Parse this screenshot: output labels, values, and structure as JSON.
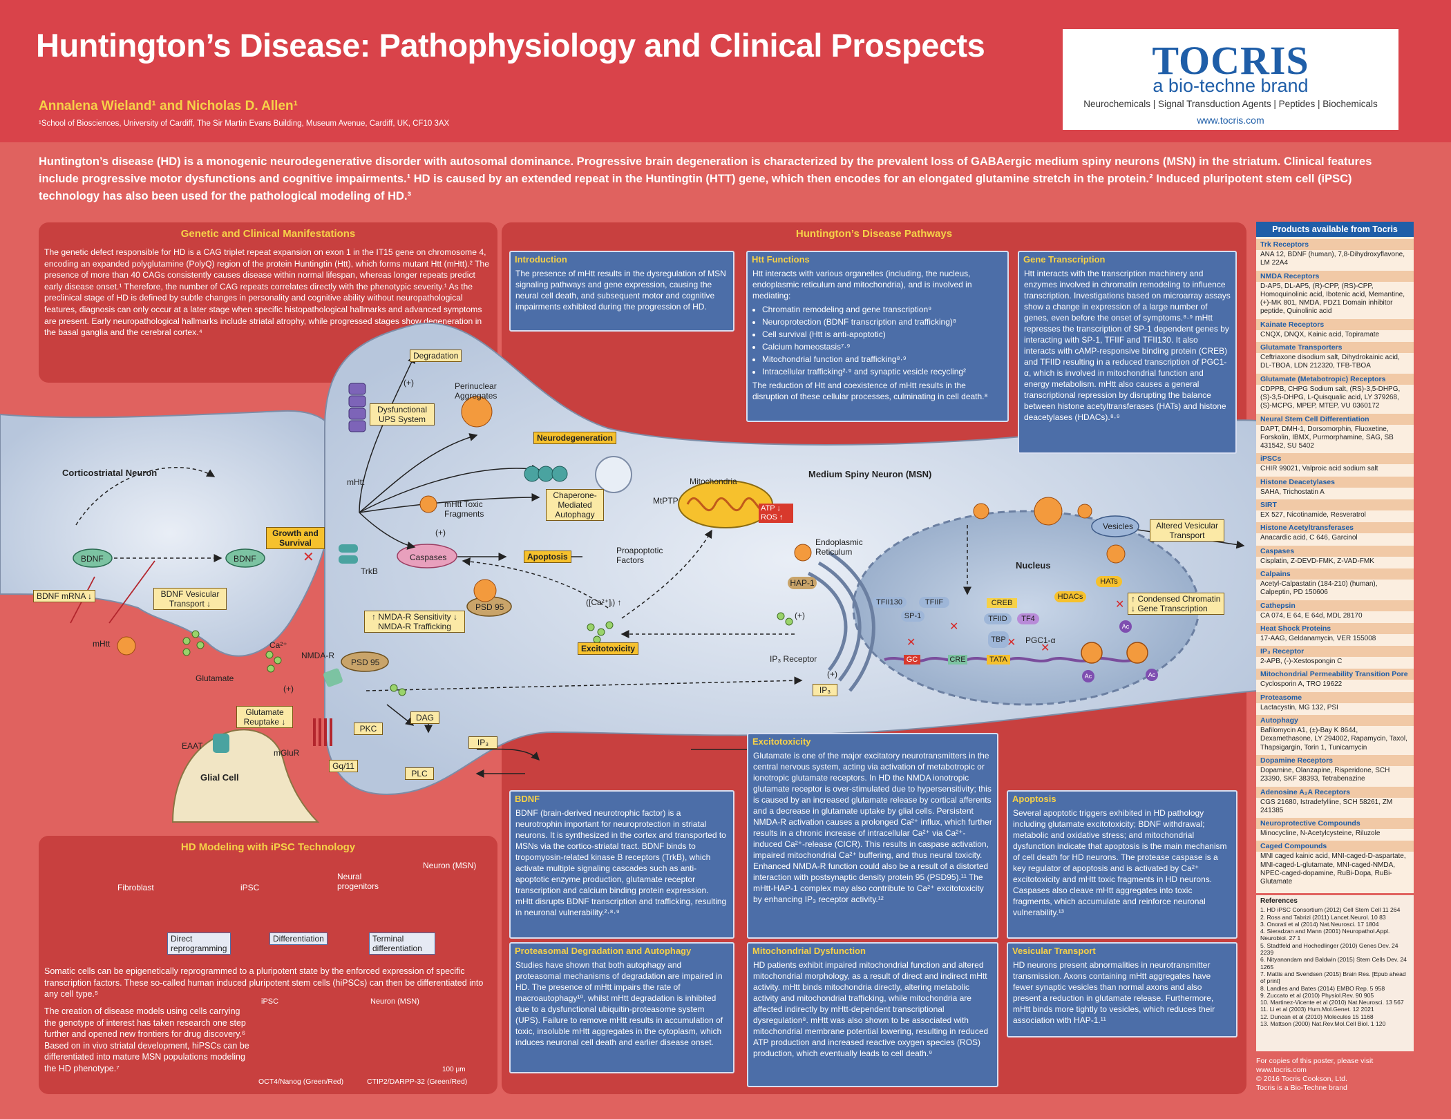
{
  "header": {
    "title": "Huntington’s Disease: Pathophysiology and Clinical Prospects",
    "authors": "Annalena Wieland¹ and Nicholas D. Allen¹",
    "affiliation": "¹School of Biosciences, University of Cardiff, The Sir Martin Evans Building, Museum Avenue, Cardiff, UK, CF10 3AX"
  },
  "logo": {
    "brand": "TOCRIS",
    "sub": "a bio-techne brand",
    "tagline": "Neurochemicals | Signal Transduction Agents | Peptides | Biochemicals",
    "url": "www.tocris.com"
  },
  "intro": "Huntington’s disease (HD) is a monogenic neurodegenerative disorder with autosomal dominance. Progressive brain degeneration is characterized by the prevalent loss of GABAergic medium spiny neurons (MSN) in the striatum. Clinical features include progressive motor dysfunctions and cognitive impairments.¹ HD is caused by an extended repeat in the Huntingtin (HTT) gene, which then encodes for an elongated glutamine stretch in the protein.² Induced pluripotent stem cell (iPSC) technology has also been used for the pathological modeling of HD.³",
  "genetic": {
    "title": "Genetic and Clinical Manifestations",
    "text": "The genetic defect responsible for HD is a CAG triplet repeat expansion on exon 1 in the IT15 gene on chromosome 4, encoding an expanded polyglutamine (PolyQ) region of the protein Huntingtin (Htt), which forms mutant Htt (mHtt).² The presence of more than 40 CAGs consistently causes disease within normal lifespan, whereas longer repeats predict early disease onset.¹ Therefore, the number of CAG repeats correlates directly with the phenotypic severity.¹ As the preclinical stage of HD is defined by subtle changes in personality and cognitive ability without neuropathological features, diagnosis can only occur at a later stage when specific histopathological hallmarks and advanced symptoms are present. Early neuropathological hallmarks include striatal atrophy, while progressed stages show degeneration in the basal ganglia and the cerebral cortex.⁴"
  },
  "pathways": {
    "title": "Huntington’s Disease Pathways"
  },
  "boxes": {
    "introduction": {
      "title": "Introduction",
      "text": "The presence of mHtt results in the dysregulation of MSN signaling pathways and gene expression, causing the neural cell death, and subsequent motor and cognitive impairments exhibited during the progression of HD."
    },
    "htt": {
      "title": "Htt Functions",
      "lead": "Htt interacts with various organelles (including, the nucleus, endoplasmic reticulum and mitochondria), and is involved in mediating:",
      "items": [
        "Chromatin remodeling and gene transcription⁹",
        "Neuroprotection (BDNF transcription and trafficking)⁸",
        "Cell survival (Htt is anti-apoptotic)",
        "Calcium homeostasis⁷·⁹",
        "Mitochondrial function and trafficking⁸·⁹",
        "Intracellular trafficking²·⁹ and synaptic vesicle recycling²"
      ],
      "tail": "The reduction of Htt and coexistence of mHtt results in the disruption of these cellular processes, culminating in cell death.⁸"
    },
    "gene": {
      "title": "Gene Transcription",
      "text": "Htt interacts with the transcription machinery and enzymes involved in chromatin remodeling to influence transcription. Investigations based on microarray assays show a change in expression of a large number of genes, even before the onset of symptoms.⁸·⁹ mHtt represses the transcription of SP-1 dependent genes by interacting with SP-1, TFIIF and TFII130. It also interacts with cAMP-responsive binding protein (CREB) and TFIID resulting in a reduced transcription of PGC1-α, which is involved in mitochondrial function and energy metabolism. mHtt also causes a general transcriptional repression by disrupting the balance between histone acetyltransferases (HATs) and histone deacetylases (HDACs).⁸·⁹"
    },
    "excito": {
      "title": "Excitotoxicity",
      "text": "Glutamate is one of the major excitatory neurotransmitters in the central nervous system, acting via activation of metabotropic or ionotropic glutamate receptors. In HD the NMDA ionotropic glutamate receptor is over-stimulated due to hypersensitivity; this is caused by an increased glutamate release by cortical afferents and a decrease in glutamate uptake by glial cells. Persistent NMDA-R activation causes a prolonged Ca²⁺ influx, which further results in a chronic increase of intracellular Ca²⁺ via Ca²⁺-induced Ca²⁺-release (CICR). This results in caspase activation, impaired mitochondrial Ca²⁺ buffering, and thus neural toxicity. Enhanced NMDA-R function could also be a result of a distorted interaction with postsynaptic density protein 95 (PSD95).¹¹ The mHtt-HAP-1 complex may also contribute to Ca²⁺ excitotoxicity by enhancing IP₃ receptor activity.¹²"
    },
    "bdnf": {
      "title": "BDNF",
      "text": "BDNF (brain-derived neurotrophic factor) is a neurotrophin important for neuroprotection in striatal neurons. It is synthesized in the cortex and transported to MSNs via the cortico-striatal tract. BDNF binds to tropomyosin-related kinase B receptors (TrkB), which activate multiple signaling cascades such as anti-apoptotic enzyme production, glutamate receptor transcription and calcium binding protein expression. mHtt disrupts BDNF transcription and trafficking, resulting in neuronal vulnerability.²·⁸·⁹"
    },
    "apoptosis": {
      "title": "Apoptosis",
      "text": "Several apoptotic triggers exhibited in HD pathology including glutamate excitotoxicity; BDNF withdrawal; metabolic and oxidative stress; and mitochondrial dysfunction indicate that apoptosis is the main mechanism of cell death for HD neurons. The protease caspase is a key regulator of apoptosis and is activated by Ca²⁺ excitotoxicity and mHtt toxic fragments in HD neurons. Caspases also cleave mHtt aggregates into toxic fragments, which accumulate and reinforce neuronal vulnerability.¹³"
    },
    "proteasome": {
      "title": "Proteasomal Degradation and Autophagy",
      "text": "Studies have shown that both autophagy and proteasomal mechanisms of degradation are impaired in HD. The presence of mHtt impairs the rate of macroautophagy¹⁰, whilst mHtt degradation is inhibited due to a dysfunctional ubiquitin-proteasome system (UPS). Failure to remove mHtt results in accumulation of toxic, insoluble mHtt aggregates in the cytoplasm, which induces neuronal cell death and earlier disease onset."
    },
    "mito": {
      "title": "Mitochondrial Dysfunction",
      "text": "HD patients exhibit impaired mitochondrial function and altered mitochondrial morphology, as a result of direct and indirect mHtt activity. mHtt binds mitochondria directly, altering metabolic activity and mitochondrial trafficking, while mitochondria are affected indirectly by mHtt-dependent transcriptional dysregulation⁸. mHtt was also shown to be associated with mitochondrial membrane potential lowering, resulting in reduced ATP production and increased reactive oxygen species (ROS) production, which eventually leads to cell death.⁹"
    },
    "vesic": {
      "title": "Vesicular Transport",
      "text": "HD neurons present abnormalities in neurotransmitter transmission. Axons containing mHtt aggregates have fewer synaptic vesicles than normal axons and also present a reduction in glutamate release. Furthermore, mHtt binds more tightly to vesicles, which reduces their association with HAP-1.¹¹"
    }
  },
  "diagram": {
    "corticostriatal": "Corticostriatal Neuron",
    "msn": "Medium Spiny Neuron (MSN)",
    "glial": "Glial Cell",
    "nucleus": "Nucleus",
    "er": "Endoplasmic Reticulum",
    "mitochondria": "Mitochondria",
    "labels": {
      "degradation": "Degradation",
      "perinuclear": "Perinuclear Aggregates",
      "ups": "Dysfunctional UPS System",
      "neurodegeneration": "Neurodegeneration",
      "plus1": "(+)",
      "mhtt": "mHtt",
      "chaperone": "Chaperone-Mediated Autophagy",
      "mtptp": "MtPTP",
      "atp": "ATP ↓ ROS ↑",
      "fragments": "mHtt Toxic Fragments",
      "plus2": "(+)",
      "growth": "Growth and Survival",
      "bdnf_left": "BDNF",
      "bdnf_right": "BDNF",
      "trkb": "TrkB",
      "caspases": "Caspases",
      "apoptosis": "Apoptosis",
      "proapoptotic": "Proapoptotic Factors",
      "ca_conc": "([Ca²⁺]ᵢ) ↑",
      "bdnf_mrna": "BDNF mRNA ↓",
      "bdnf_vesicular": "BDNF Vesicular Transport ↓",
      "nmda_sens": "↑ NMDA-R Sensitivity ↓ NMDA-R Trafficking",
      "psd95a": "PSD 95",
      "psd95b": "PSD 95",
      "mhtt_left": "mHtt",
      "ca2": "Ca²⁺",
      "nmdar": "NMDA-R",
      "excitotoxicity": "Excitotoxicity",
      "glutamate": "Glutamate",
      "plus3": "(+)",
      "reuptake": "Glutamate Reuptake ↓",
      "eaat": "EAAT",
      "pkc": "PKC",
      "dag": "DAG",
      "ip3a": "IP₃",
      "mglur": "mGluR",
      "gq": "Gq/11",
      "plc": "PLC",
      "ip3b": "IP₃",
      "ip3r": "IP₃ Receptor",
      "plus4": "(+)",
      "plus5": "(+)",
      "hap1": "HAP-1",
      "tfii130": "TFII130",
      "tfiif": "TFIIF",
      "sp1": "SP-1",
      "creb": "CREB",
      "tfiid": "TFIID",
      "tf4": "TF4",
      "tbp": "TBP",
      "pgc": "PGC1-α",
      "gc": "GC",
      "cre": "CRE",
      "tata": "TATA",
      "vesicles": "Vesicles",
      "altered": "Altered Vesicular Transport",
      "hdacs": "HDACs",
      "hats": "HATs",
      "condensed": "↑ Condensed Chromatin ↓ Gene Transcription",
      "ac1": "Ac",
      "ac2": "Ac",
      "ac3": "Ac"
    }
  },
  "ipsc": {
    "title": "HD Modeling with iPSC Technology",
    "fibroblast": "Fibroblast",
    "ipsc_label": "iPSC",
    "neural": "Neural progenitors",
    "neuron": "Neuron (MSN)",
    "direct": "Direct reprogramming",
    "differentiation": "Differentiation",
    "terminal": "Terminal differentiation",
    "text1": "Somatic cells can be epigenetically reprogrammed to a pluripotent state by the enforced expression of specific transcription factors. These so-called human induced pluripotent stem cells (hiPSCs) can then be differentiated into any cell type.⁵",
    "text2": "The creation of disease models using cells carrying the genotype of interest has taken research one step further and opened new frontiers for drug discovery.⁶ Based on in vivo striatal development, hiPSCs can be differentiated into mature MSN populations modeling the HD phenotype.⁷",
    "img1_label": "iPSC",
    "img2_label": "Neuron (MSN)",
    "img1_caption": "OCT4/Nanog (Green/Red)",
    "img2_caption": "CTIP2/DARPP-32 (Green/Red)",
    "scale": "100 μm"
  },
  "products": {
    "title": "Products available from Tocris",
    "categories": [
      {
        "name": "Trk Receptors",
        "items": "ANA 12, BDNF (human), 7,8-Dihydroxyflavone, LM 22A4"
      },
      {
        "name": "NMDA Receptors",
        "items": "D-AP5, DL-AP5, (R)-CPP, (RS)-CPP, Homoquinolinic acid, Ibotenic acid, Memantine, (+)-MK 801, NMDA, PDZ1 Domain inhibitor peptide, Quinolinic acid"
      },
      {
        "name": "Kainate Receptors",
        "items": "CNQX, DNQX, Kainic acid, Topiramate"
      },
      {
        "name": "Glutamate Transporters",
        "items": "Ceftriaxone disodium salt, Dihydrokainic acid, DL-TBOA, LDN 212320, TFB-TBOA"
      },
      {
        "name": "Glutamate (Metabotropic) Receptors",
        "items": "CDPPB, CHPG Sodium salt, (RS)-3,5-DHPG, (S)-3,5-DHPG, L-Quisqualic acid, LY 379268, (S)-MCPG, MPEP, MTEP, VU 0360172"
      },
      {
        "name": "Neural Stem Cell Differentiation",
        "items": "DAPT, DMH-1, Dorsomorphin, Fluoxetine, Forskolin, IBMX, Purmorphamine, SAG, SB 431542, SU 5402"
      },
      {
        "name": "iPSCs",
        "items": "CHIR 99021, Valproic acid sodium salt"
      },
      {
        "name": "Histone Deacetylases",
        "items": "SAHA, Trichostatin A"
      },
      {
        "name": "SIRT",
        "items": "EX 527, Nicotinamide, Resveratrol"
      },
      {
        "name": "Histone Acetyltransferases",
        "items": "Anacardic acid, C 646, Garcinol"
      },
      {
        "name": "Caspases",
        "items": "Cisplatin, Z-DEVD-FMK, Z-VAD-FMK"
      },
      {
        "name": "Calpains",
        "items": "Acetyl-Calpastatin (184-210) (human), Calpeptin, PD 150606"
      },
      {
        "name": "Cathepsin",
        "items": "CA 074, E 64, E 64d, MDL 28170"
      },
      {
        "name": "Heat Shock Proteins",
        "items": "17-AAG, Geldanamycin, VER 155008"
      },
      {
        "name": "IP₃ Receptor",
        "items": "2-APB, (-)-Xestospongin C"
      },
      {
        "name": "Mitochondrial Permeability Transition Pore",
        "items": "Cyclosporin A, TRO 19622"
      },
      {
        "name": "Proteasome",
        "items": "Lactacystin, MG 132, PSI"
      },
      {
        "name": "Autophagy",
        "items": "Bafilomycin A1, (±)-Bay K 8644, Dexamethasone, LY 294002, Rapamycin, Taxol, Thapsigargin, Torin 1, Tunicamycin"
      },
      {
        "name": "Dopamine Receptors",
        "items": "Dopamine, Olanzapine, Risperidone, SCH 23390, SKF 38393, Tetrabenazine"
      },
      {
        "name": "Adenosine A₂A Receptors",
        "items": "CGS 21680, Istradefylline, SCH 58261, ZM 241385"
      },
      {
        "name": "Neuroprotective Compounds",
        "items": "Minocycline, N-Acetylcysteine, Riluzole"
      },
      {
        "name": "Caged Compounds",
        "items": "MNI caged kainic acid, MNI-caged-D-aspartate, MNI-caged-L-glutamate, MNI-caged-NMDA, NPEC-caged-dopamine, RuBi-Dopa, RuBi-Glutamate"
      }
    ]
  },
  "references": {
    "title": "References",
    "items": [
      "1. HD iPSC Consortium (2012) Cell Stem Cell 11 264",
      "2. Ross and Tabrizi (2011) Lancet.Neurol. 10 83",
      "3. Onorati et al (2014) Nat.Neurosci. 17 1804",
      "4. Sieradzan and Mann (2001) Neuropathol.Appl. Neurobiol. 27 1",
      "5. Stadtfeld and Hochedlinger (2010) Genes Dev. 24 2239",
      "6. Nityanandam and Baldwin (2015) Stem Cells Dev. 24 1265",
      "7. Mattis and Svendsen (2015) Brain Res. [Epub ahead of print]",
      "8. Landles and Bates (2014) EMBO Rep. 5 958",
      "9. Zuccato et al (2010) Physiol.Rev. 90 905",
      "10. Martinez-Vicente et al (2010) Nat.Neurosci. 13 567",
      "11. Li et al (2003) Hum.Mol.Genet. 12 2021",
      "12. Duncan et al (2010) Molecules 15 1168",
      "13. Mattson (2000) Nat.Rev.Mol.Cell Biol. 1 120"
    ]
  },
  "copyright": {
    "line1": "For copies of this poster, please visit www.tocris.com",
    "line2": "© 2016 Tocris Cookson, Ltd.",
    "line3": "Tocris is a Bio-Techne brand"
  },
  "colors": {
    "background": "#e0625f",
    "header": "#d9434a",
    "panel": "#c8403f",
    "accent": "#f6d148",
    "info_box": "#4c6ea8",
    "brand_blue": "#1f5ea8"
  }
}
